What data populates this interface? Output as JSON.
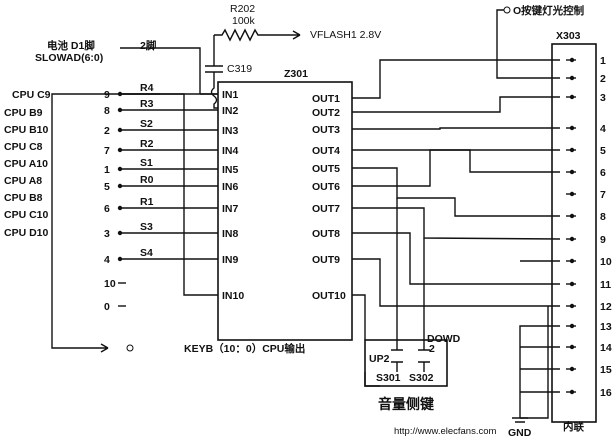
{
  "top": {
    "resistor_ref": "R202",
    "resistor_value": "100k",
    "vflash": "VFLASH1 2.8V",
    "capacitor_ref": "C319",
    "battery_label": "电池 D1脚",
    "slowad": "SLOWAD(6:0)",
    "two_label": "2脚",
    "backlight": "O按键灯光控制"
  },
  "ic": {
    "ref": "Z301",
    "in_pins": [
      "IN1",
      "IN2",
      "IN3",
      "IN4",
      "IN5",
      "IN6",
      "IN7",
      "IN8",
      "IN9",
      "IN10"
    ],
    "out_pins": [
      "OUT1",
      "OUT2",
      "OUT3",
      "OUT4",
      "OUT5",
      "OUT6",
      "OUT7",
      "OUT8",
      "OUT9",
      "OUT10"
    ]
  },
  "connector": {
    "ref": "X303",
    "pins": [
      "1",
      "2",
      "3",
      "4",
      "5",
      "6",
      "7",
      "8",
      "9",
      "10",
      "11",
      "12",
      "13",
      "14",
      "15",
      "16"
    ],
    "bottom_label": "内联"
  },
  "left": {
    "cpu_labels": [
      "CPU C9",
      "CPU B9",
      "CPU B10",
      "CPU C8",
      "CPU A10",
      "CPU A8",
      "CPU B8",
      "CPU C10",
      "CPU D10"
    ],
    "row_numbers": [
      "9",
      "8",
      "2",
      "7",
      "1",
      "5",
      "6",
      "3",
      "4",
      "10",
      "0"
    ],
    "resistors": [
      "R4",
      "R3",
      "S2",
      "R2",
      "S1",
      "R0",
      "R1",
      "S3",
      "S4"
    ]
  },
  "bottom": {
    "keyb": "KEYB（10：0）CPU输出",
    "up2": "UP2",
    "dowd": "DOWD",
    "dowd_num": "2",
    "s301": "S301",
    "s302": "S302",
    "side_keys": "音量侧键",
    "gnd": "GND",
    "watermark": "http://www.elecfans.com"
  }
}
